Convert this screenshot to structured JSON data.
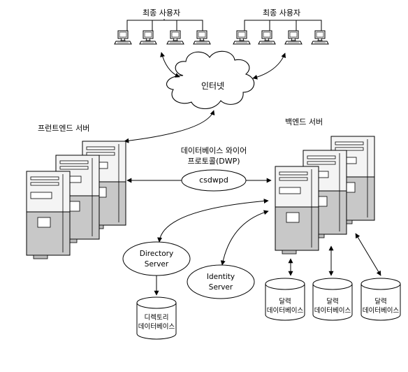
{
  "groups": {
    "end_users_left": "최종 사용자",
    "end_users_right": "최종 사용자",
    "frontend": "프런트엔드 서버",
    "backend": "백엔드 서버"
  },
  "cloud": {
    "label": "인터넷"
  },
  "protocol": {
    "line1": "데이터베이스 와이어",
    "line2": "프로토콜(DWP)",
    "label": "csdwpd"
  },
  "nodes": {
    "directory_server": {
      "line1": "Directory",
      "line2": "Server"
    },
    "identity_server": {
      "line1": "Identity",
      "line2": "Server"
    }
  },
  "databases": {
    "directory": {
      "line1": "디렉토리",
      "line2": "데이터베이스"
    },
    "calendar": [
      {
        "line1": "달력",
        "line2": "데이터베이스"
      },
      {
        "line1": "달력",
        "line2": "데이터베이스"
      },
      {
        "line1": "달력",
        "line2": "데이터베이스"
      }
    ]
  },
  "colors": {
    "stroke": "#000000",
    "server_light": "#f4f4f4",
    "server_dark": "#c8c8c8"
  }
}
